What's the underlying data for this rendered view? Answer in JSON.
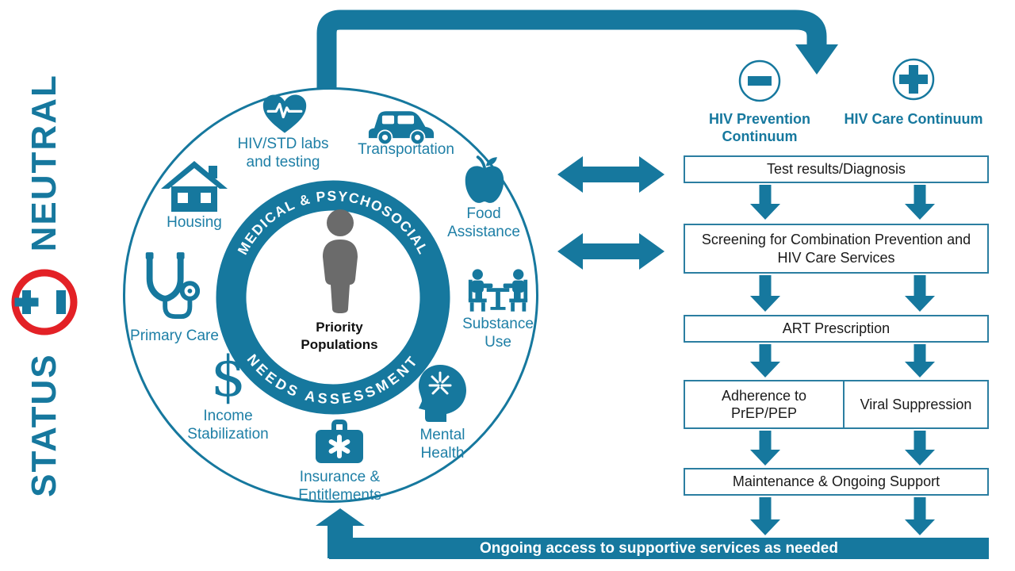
{
  "colors": {
    "accent_teal": "#16789E",
    "logo_red": "#E32126",
    "person_gray": "#6B6B6B",
    "text_black": "#1A1A1A"
  },
  "logo": {
    "word_bottom": "STATUS",
    "word_top": "NEUTRAL",
    "badge_icon": "plus-minus-circle-icon"
  },
  "circle": {
    "ring_top_text": "MEDICAL & PSYCHOSOCIAL",
    "ring_bottom_text": "NEEDS ASSESSMENT",
    "center_icon": "person-icon",
    "center_label": "Priority Populations",
    "services": [
      {
        "id": "hiv-std-labs",
        "icon": "heart-pulse-icon",
        "label": "HIV/STD labs and testing"
      },
      {
        "id": "transportation",
        "icon": "car-icon",
        "label": "Transportation"
      },
      {
        "id": "housing",
        "icon": "house-icon",
        "label": "Housing"
      },
      {
        "id": "food-assistance",
        "icon": "apple-icon",
        "label": "Food Assistance"
      },
      {
        "id": "primary-care",
        "icon": "stethoscope-icon",
        "label": "Primary Care"
      },
      {
        "id": "substance-use",
        "icon": "counseling-table-icon",
        "label": "Substance Use"
      },
      {
        "id": "income-stabilization",
        "icon": "dollar-icon",
        "label": "Income Stabilization",
        "symbol": "$"
      },
      {
        "id": "mental-health",
        "icon": "head-brain-icon",
        "label": "Mental Health"
      },
      {
        "id": "insurance-entitlements",
        "icon": "first-aid-bag-icon",
        "label": "Insurance & Entitlements"
      }
    ]
  },
  "flow": {
    "columns": [
      {
        "icon": "minus-circle-icon",
        "label": "HIV Prevention Continuum"
      },
      {
        "icon": "plus-circle-icon",
        "label": "HIV Care Continuum"
      }
    ],
    "steps": [
      {
        "label": "Test results/Diagnosis"
      },
      {
        "label": "Screening for Combination Prevention and HIV Care Services"
      },
      {
        "label": "ART Prescription"
      },
      {
        "label": "Adherence to PrEP/PEP"
      },
      {
        "label": "Viral Suppression"
      },
      {
        "label": "Maintenance & Ongoing Support"
      }
    ],
    "footer": "Ongoing access to supportive services as needed"
  }
}
